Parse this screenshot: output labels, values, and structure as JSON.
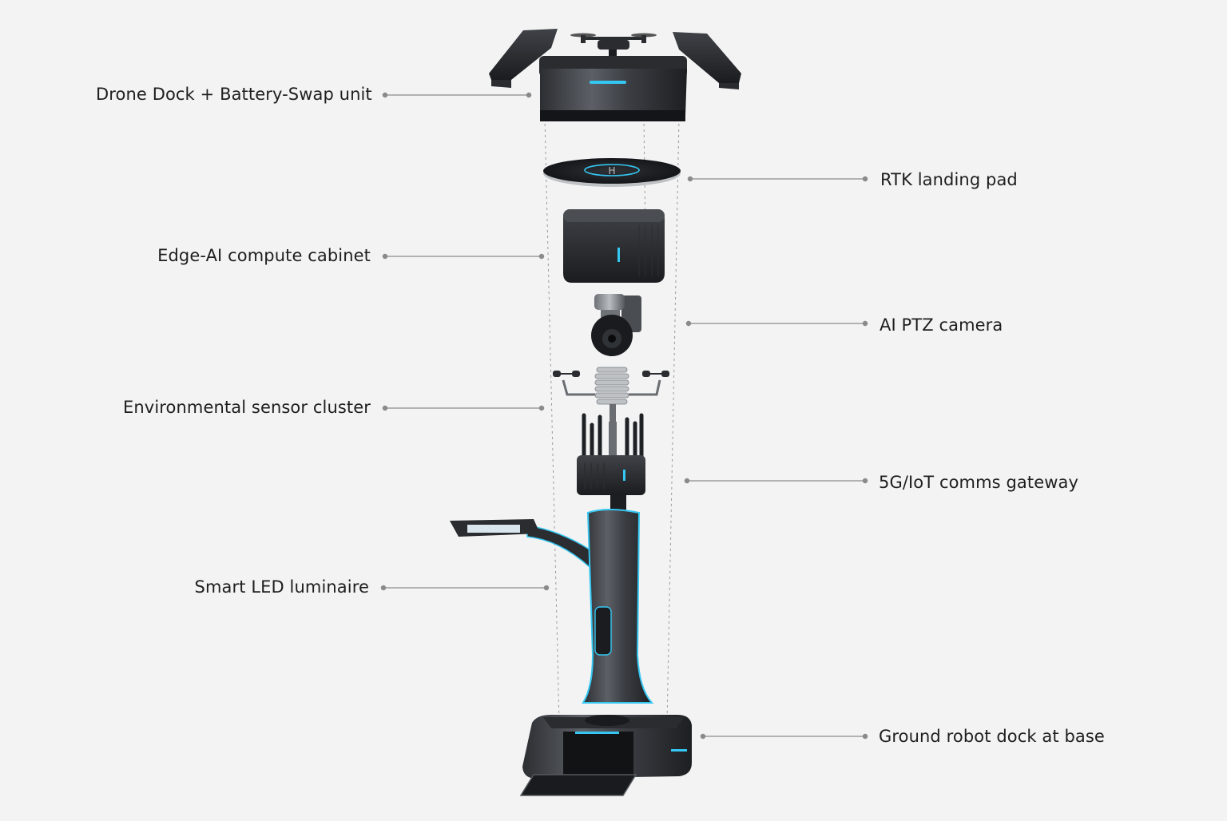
{
  "diagram": {
    "type": "exploded-view",
    "accent_color": "#35c7f2",
    "body_color": "#3a3d42",
    "components": [
      {
        "id": "drone-dock",
        "label": "Drone Dock + Battery-Swap unit"
      },
      {
        "id": "rtk-pad",
        "label": "RTK landing pad"
      },
      {
        "id": "edge-ai",
        "label": "Edge-AI compute cabinet"
      },
      {
        "id": "ptz-camera",
        "label": "AI PTZ camera"
      },
      {
        "id": "env-sensor",
        "label": "Environmental sensor cluster"
      },
      {
        "id": "comms-gateway",
        "label": "5G/IoT comms gateway"
      },
      {
        "id": "led-luminaire",
        "label": "Smart LED luminaire"
      },
      {
        "id": "robot-dock",
        "label": "Ground robot dock at base"
      }
    ]
  }
}
